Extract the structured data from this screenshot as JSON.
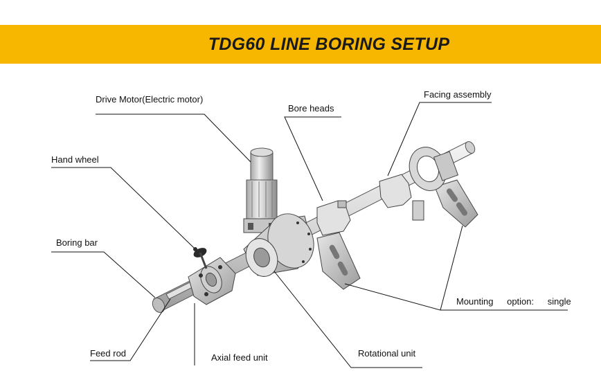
{
  "title": "TDG60 LINE BORING SETUP",
  "colors": {
    "banner": "#f7b600",
    "leader": "#111111",
    "metal": "#d4d4d4",
    "dark": "#2a2a2a"
  },
  "labels": {
    "drive_motor": "Drive Motor(Electric motor)",
    "hand_wheel": "Hand wheel",
    "boring_bar": "Boring bar",
    "feed_rod": "Feed rod",
    "axial_feed_unit": "Axial feed unit",
    "rotational_unit": "Rotational unit",
    "bore_heads": "Bore heads",
    "facing_assembly": "Facing assembly",
    "mounting_option": "Mounting option: single"
  }
}
